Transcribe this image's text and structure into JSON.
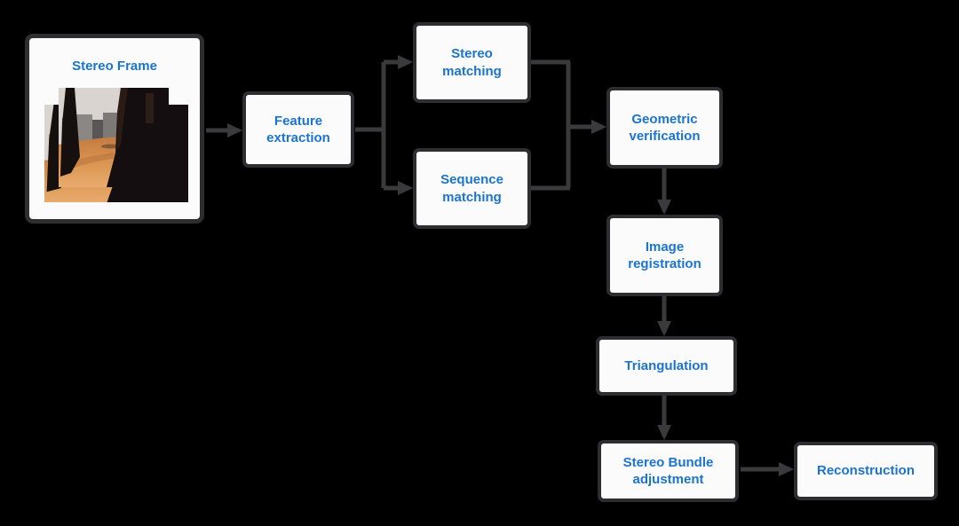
{
  "diagram": {
    "colors": {
      "background": "#000000",
      "box_fill": "#fbfbfb",
      "box_border": "#2e2e30",
      "connector": "#3a3a3c",
      "label_text": "#1b74d0"
    },
    "nodes": [
      {
        "id": "stereo-frame",
        "label": "Stereo Frame",
        "lines": [
          "Stereo Frame"
        ]
      },
      {
        "id": "feature-extraction",
        "label": "Feature extraction",
        "lines": [
          "Feature",
          "extraction"
        ]
      },
      {
        "id": "stereo-matching",
        "label": "Stereo matching",
        "lines": [
          "Stereo",
          "matching"
        ]
      },
      {
        "id": "sequence-matching",
        "label": "Sequence matching",
        "lines": [
          "Sequence",
          "matching"
        ]
      },
      {
        "id": "geometric-verification",
        "label": "Geometric verification",
        "lines": [
          "Geometric",
          "verification"
        ]
      },
      {
        "id": "image-registration",
        "label": "Image registration",
        "lines": [
          "Image",
          "registration"
        ]
      },
      {
        "id": "triangulation",
        "label": "Triangulation",
        "lines": [
          "Triangulation"
        ]
      },
      {
        "id": "stereo-bundle-adjustment",
        "label": "Stereo Bundle adjustment",
        "lines": [
          "Stereo Bundle",
          "adjustment"
        ]
      },
      {
        "id": "reconstruction",
        "label": "Reconstruction",
        "lines": [
          "Reconstruction"
        ]
      }
    ],
    "edges": [
      {
        "from": "stereo-frame",
        "to": "feature-extraction"
      },
      {
        "from": "feature-extraction",
        "to": "stereo-matching"
      },
      {
        "from": "feature-extraction",
        "to": "sequence-matching"
      },
      {
        "from": "stereo-matching",
        "to": "geometric-verification"
      },
      {
        "from": "sequence-matching",
        "to": "geometric-verification"
      },
      {
        "from": "geometric-verification",
        "to": "image-registration"
      },
      {
        "from": "image-registration",
        "to": "triangulation"
      },
      {
        "from": "triangulation",
        "to": "stereo-bundle-adjustment"
      },
      {
        "from": "stereo-bundle-adjustment",
        "to": "reconstruction"
      }
    ]
  }
}
